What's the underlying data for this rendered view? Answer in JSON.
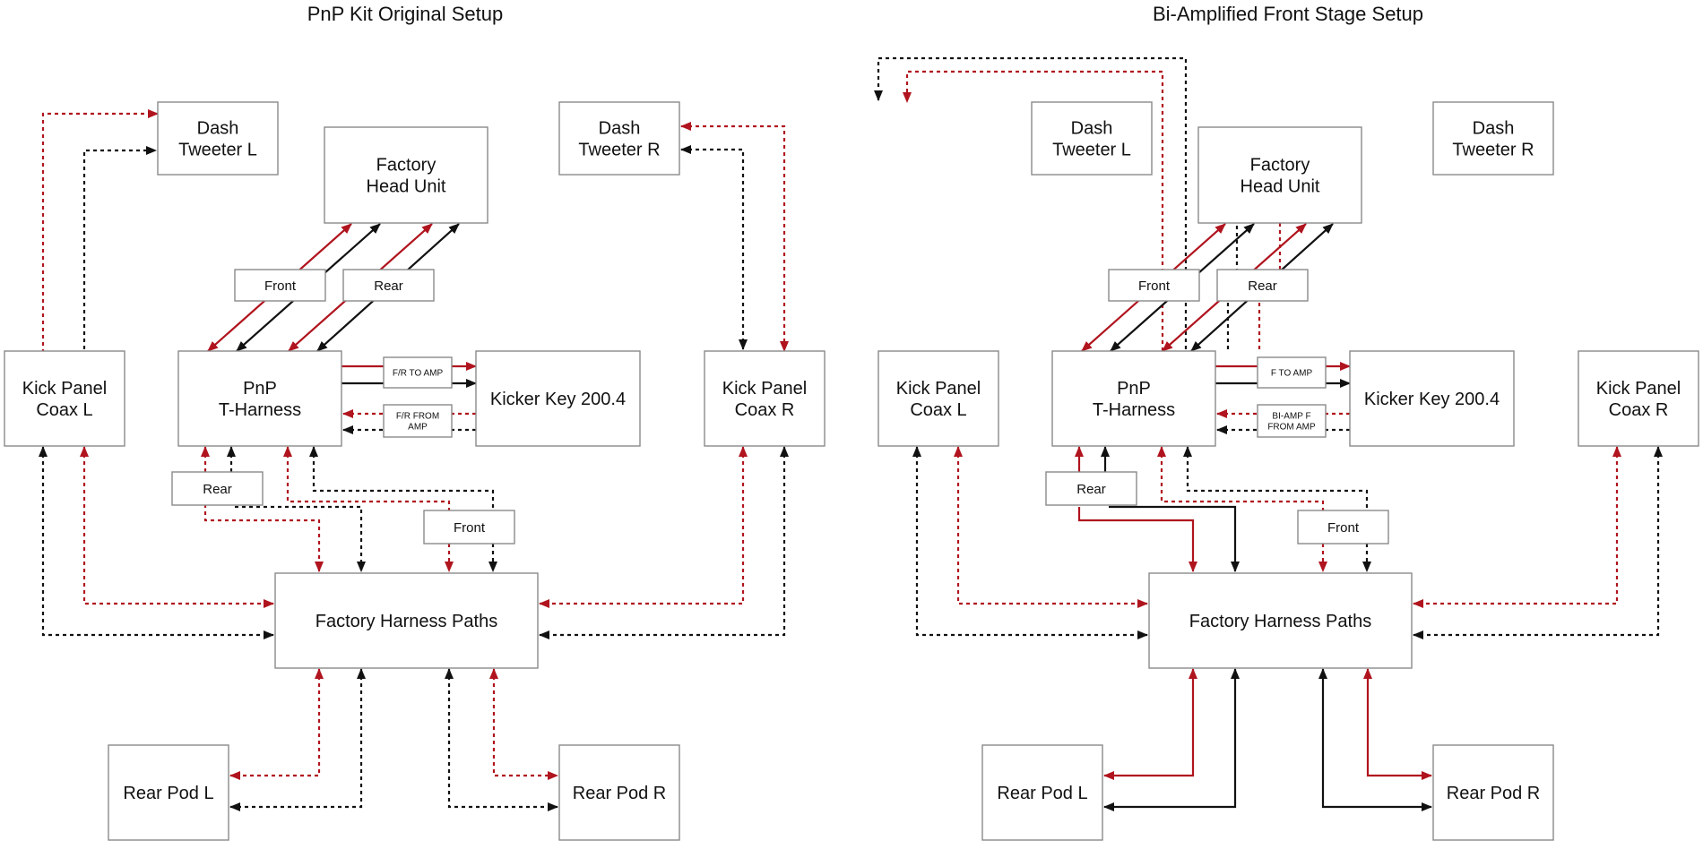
{
  "colors": {
    "red": "#b0141e",
    "black": "#111111",
    "box_border": "#8a8a8a"
  },
  "diagrams": [
    {
      "title": "PnP Kit Original Setup",
      "nodes": {
        "dash_l": "Dash\nTweeter L",
        "head": "Factory\nHead Unit",
        "dash_r": "Dash\nTweeter R",
        "front_top": "Front",
        "rear_top": "Rear",
        "kick_l": "Kick Panel\nCoax L",
        "pnp": "PnP\nT-Harness",
        "to_amp": "F/R TO AMP",
        "from_amp": "F/R FROM\nAMP",
        "kicker": "Kicker Key 200.4",
        "kick_r": "Kick Panel\nCoax R",
        "rear_mid": "Rear",
        "front_mid": "Front",
        "factory": "Factory Harness Paths",
        "rear_pod_l": "Rear Pod L",
        "rear_pod_r": "Rear Pod R"
      }
    },
    {
      "title": "Bi-Amplified Front Stage Setup",
      "nodes": {
        "dash_l": "Dash\nTweeter L",
        "head": "Factory\nHead Unit",
        "dash_r": "Dash\nTweeter R",
        "front_top": "Front",
        "rear_top": "Rear",
        "kick_l": "Kick Panel\nCoax L",
        "pnp": "PnP\nT-Harness",
        "to_amp": "F TO AMP",
        "from_amp": "BI-AMP F\nFROM AMP",
        "kicker": "Kicker Key 200.4",
        "kick_r": "Kick Panel\nCoax R",
        "rear_mid": "Rear",
        "front_mid": "Front",
        "factory": "Factory Harness Paths",
        "rear_pod_l": "Rear Pod L",
        "rear_pod_r": "Rear Pod R"
      }
    }
  ]
}
